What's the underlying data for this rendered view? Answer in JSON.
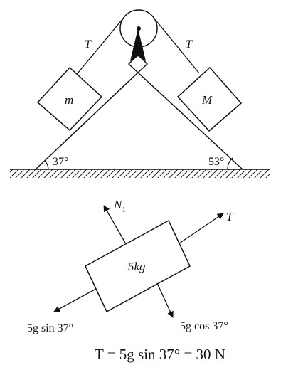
{
  "top_figure": {
    "string_left_label": "T",
    "string_right_label": "T",
    "block_left_label": "m",
    "block_right_label": "M",
    "angle_left": "37°",
    "angle_right": "53°"
  },
  "free_body": {
    "normal_label": "N",
    "normal_subscript": "1",
    "tension_label": "T",
    "mass_label": "5kg",
    "parallel_component": "5g sin 37°",
    "perpendicular_component": "5g cos 37°"
  },
  "equation": "T = 5g sin 37° = 30 N"
}
